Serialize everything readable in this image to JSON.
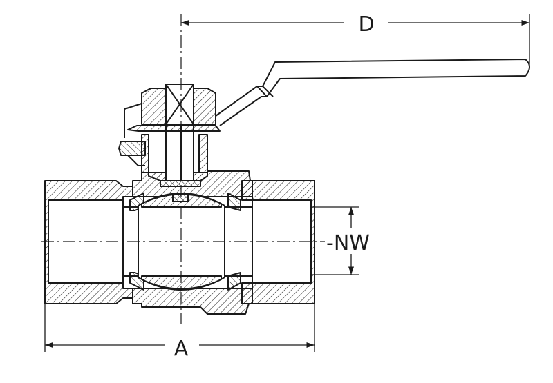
{
  "drawing": {
    "dimensions": {
      "D": "D",
      "A": "A",
      "NW": "NW"
    },
    "colors": {
      "ink": "#1a1a1a",
      "paper": "#ffffff"
    }
  }
}
